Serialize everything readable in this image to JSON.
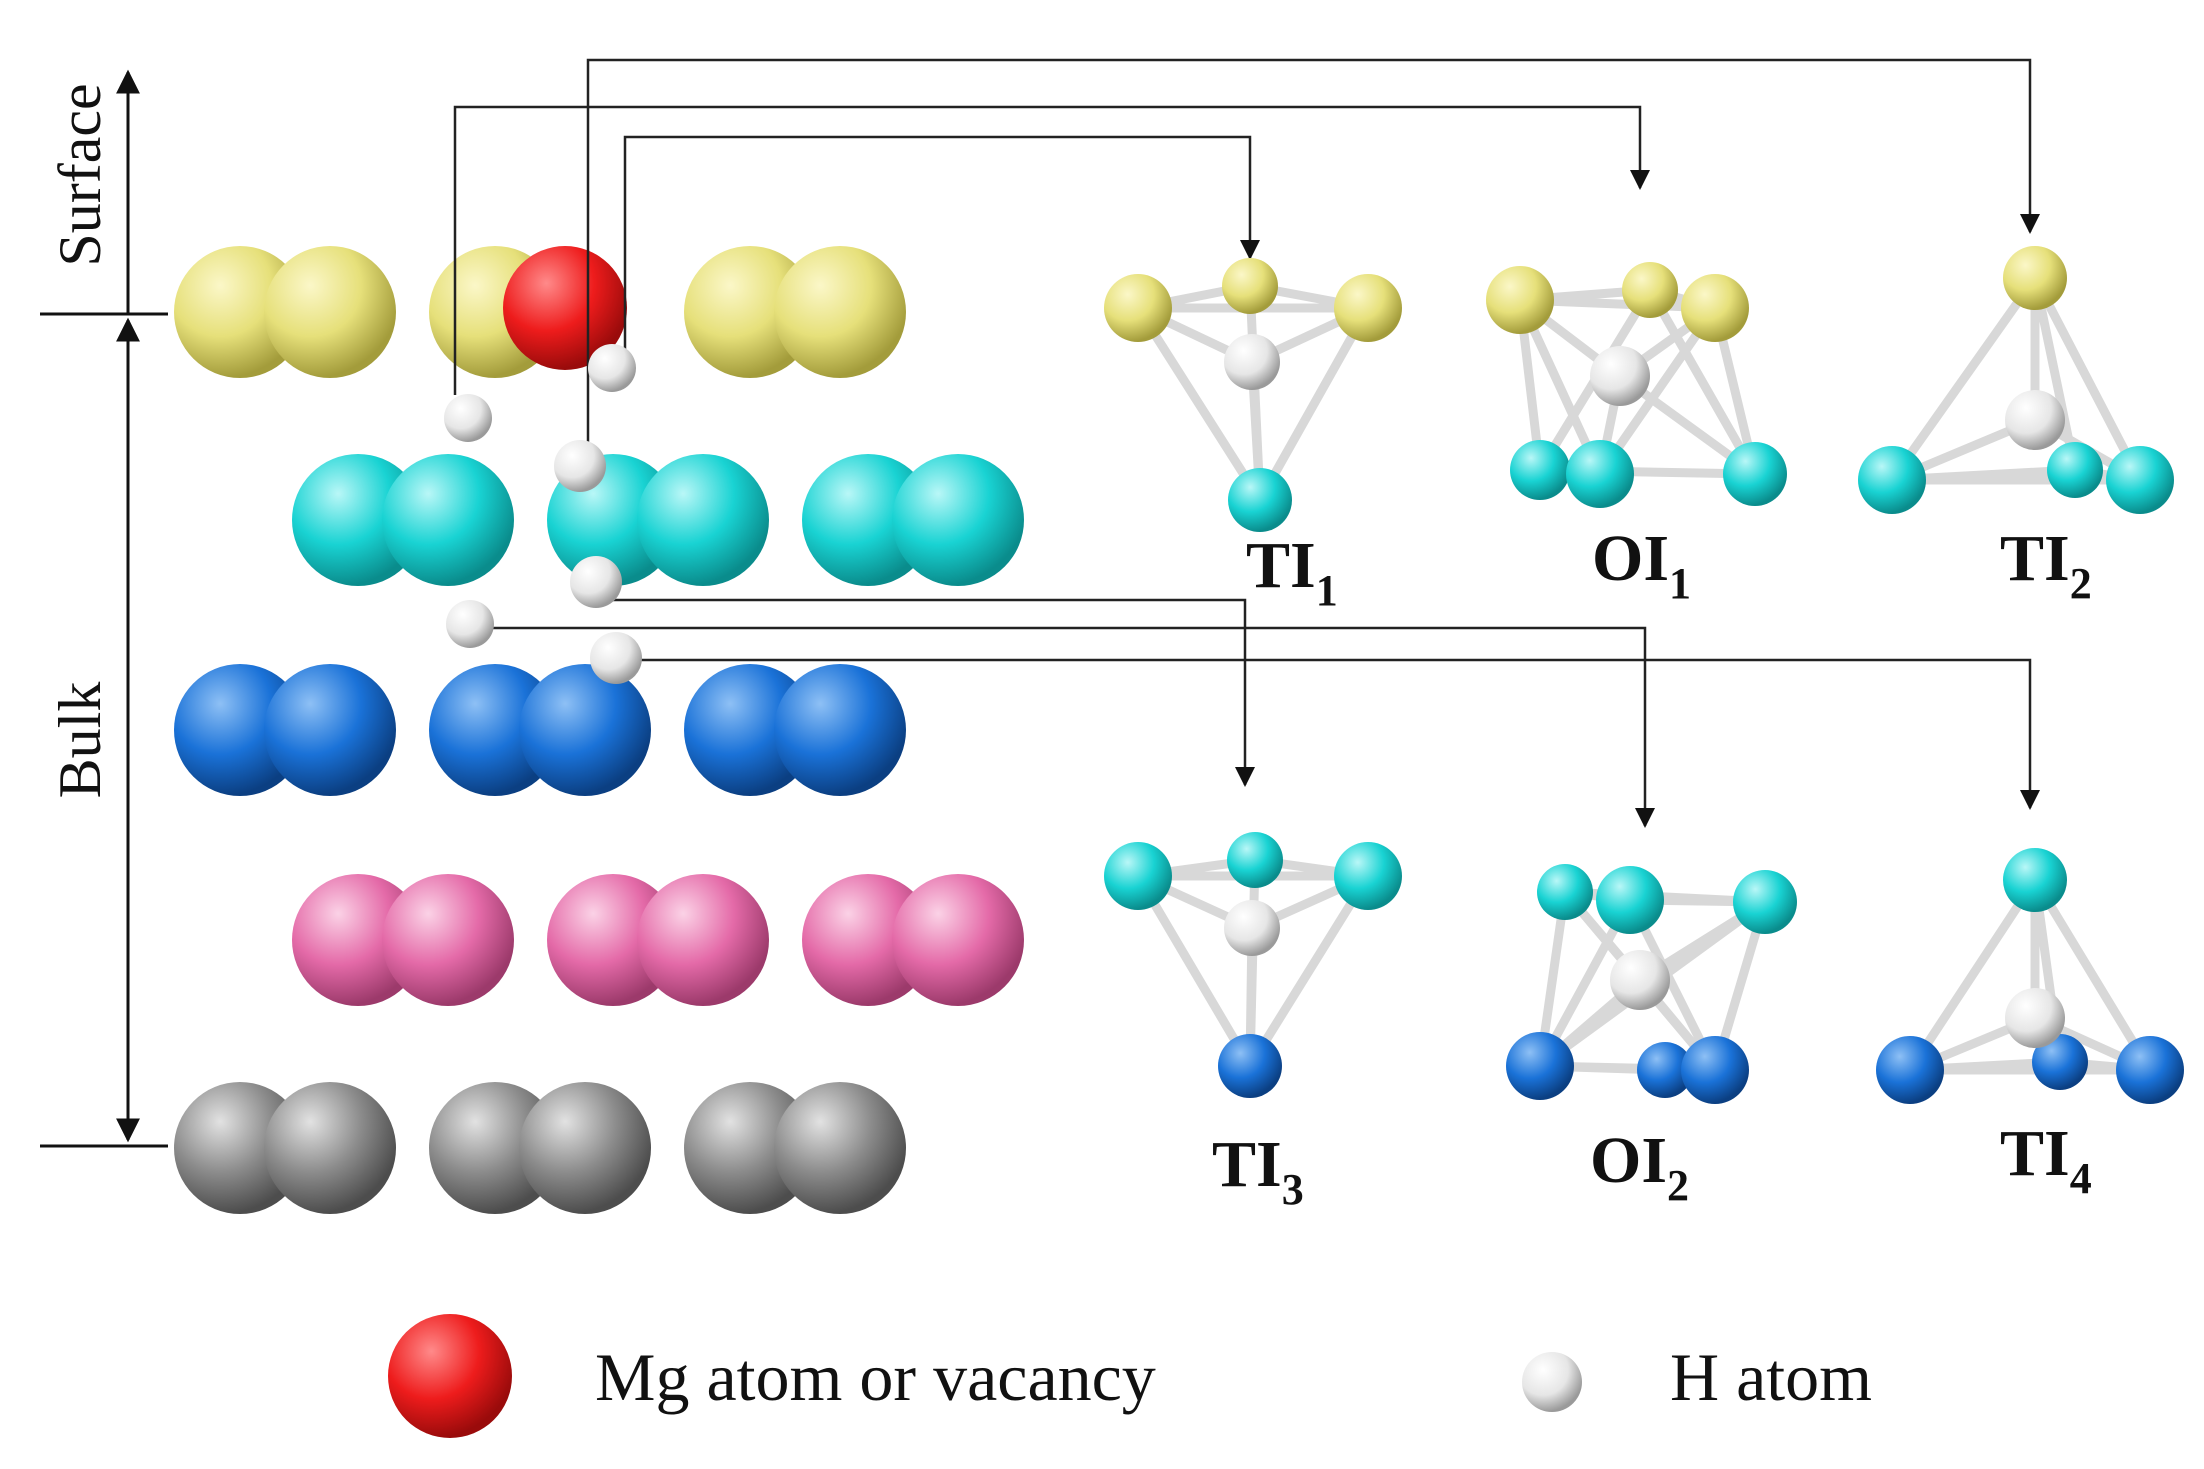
{
  "side_labels": {
    "surface": "Surface",
    "bulk": "Bulk"
  },
  "layers": [
    {
      "name": "layer-1-surface",
      "color": "#e6e07a"
    },
    {
      "name": "layer-2",
      "color": "#19d3d3"
    },
    {
      "name": "layer-3",
      "color": "#1a72d8"
    },
    {
      "name": "layer-4",
      "color": "#e46aa8"
    },
    {
      "name": "layer-5",
      "color": "#8c8c8c"
    }
  ],
  "sites": [
    {
      "id": "TI1",
      "base": "TI",
      "sub": "1"
    },
    {
      "id": "OI1",
      "base": "OI",
      "sub": "1"
    },
    {
      "id": "TI2",
      "base": "TI",
      "sub": "2"
    },
    {
      "id": "TI3",
      "base": "TI",
      "sub": "3"
    },
    {
      "id": "OI2",
      "base": "OI",
      "sub": "2"
    },
    {
      "id": "TI4",
      "base": "TI",
      "sub": "4"
    }
  ],
  "legend": {
    "mg_label": "Mg atom or vacancy",
    "h_label": "H atom",
    "mg_color": "#ee1c1c",
    "h_color": "#e6e6e6"
  }
}
